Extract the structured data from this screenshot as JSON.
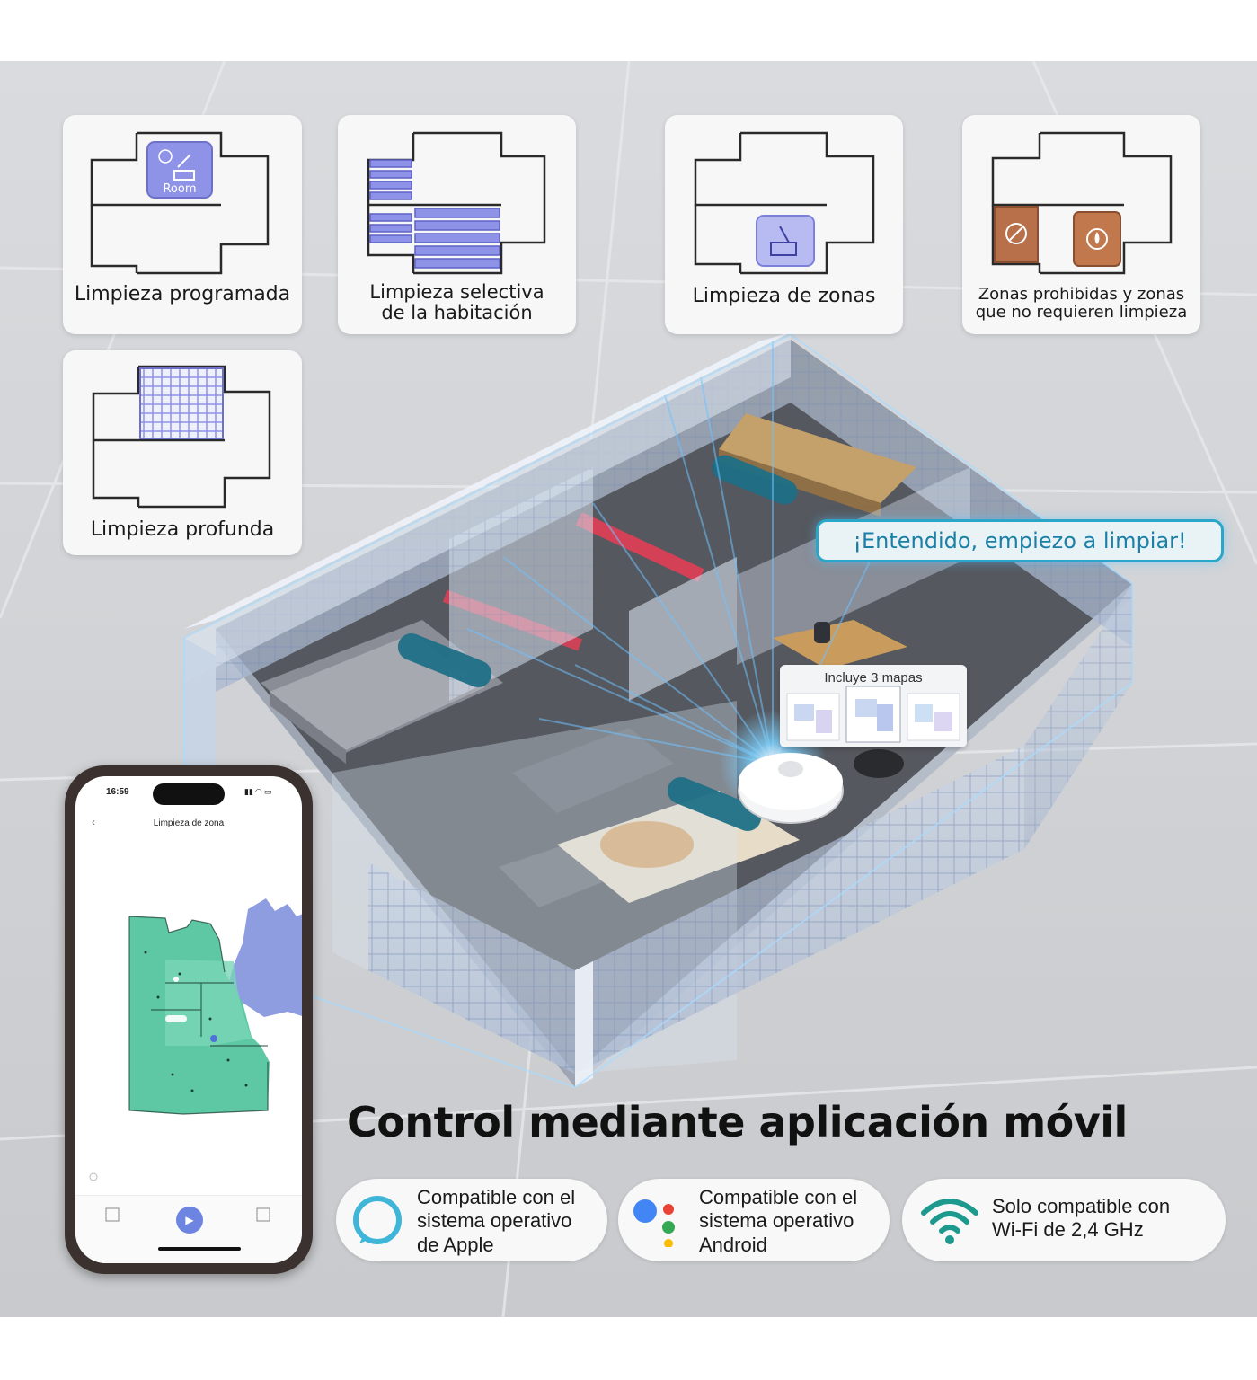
{
  "features": [
    {
      "label": "Limpieza programada",
      "badge": "Room"
    },
    {
      "label_lines": [
        "Limpieza selectiva",
        "de la habitación"
      ]
    },
    {
      "label": "Limpieza de zonas"
    },
    {
      "label_lines": [
        "Zonas prohibidas y zonas",
        "que no requieren limpieza"
      ]
    },
    {
      "label": "Limpieza profunda"
    }
  ],
  "speech_bubble": "¡Entendido, empiezo a limpiar!",
  "maps_card": {
    "title": "Incluye 3 mapas"
  },
  "phone": {
    "time": "16:59",
    "screen_title": "Limpieza de zona"
  },
  "headline": "Control mediante aplicación móvil",
  "compat": [
    {
      "icon": "alexa-ring-icon",
      "lines": [
        "Compatible con el",
        "sistema operativo",
        "de Apple"
      ]
    },
    {
      "icon": "google-assistant-icon",
      "lines": [
        "Compatible con el",
        "sistema operativo",
        "Android"
      ]
    },
    {
      "icon": "wifi-icon",
      "lines": [
        "Solo compatible con",
        "Wi-Fi de 2,4 GHz"
      ]
    }
  ],
  "colors": {
    "accent_purple": "#8f93e8",
    "forbidden_orange": "#b7704a",
    "holo_blue": "#6fc2ff",
    "bubble_border": "#2aa6c9",
    "map_green": "#5ec8a4",
    "wifi_teal": "#1d9a8d"
  }
}
